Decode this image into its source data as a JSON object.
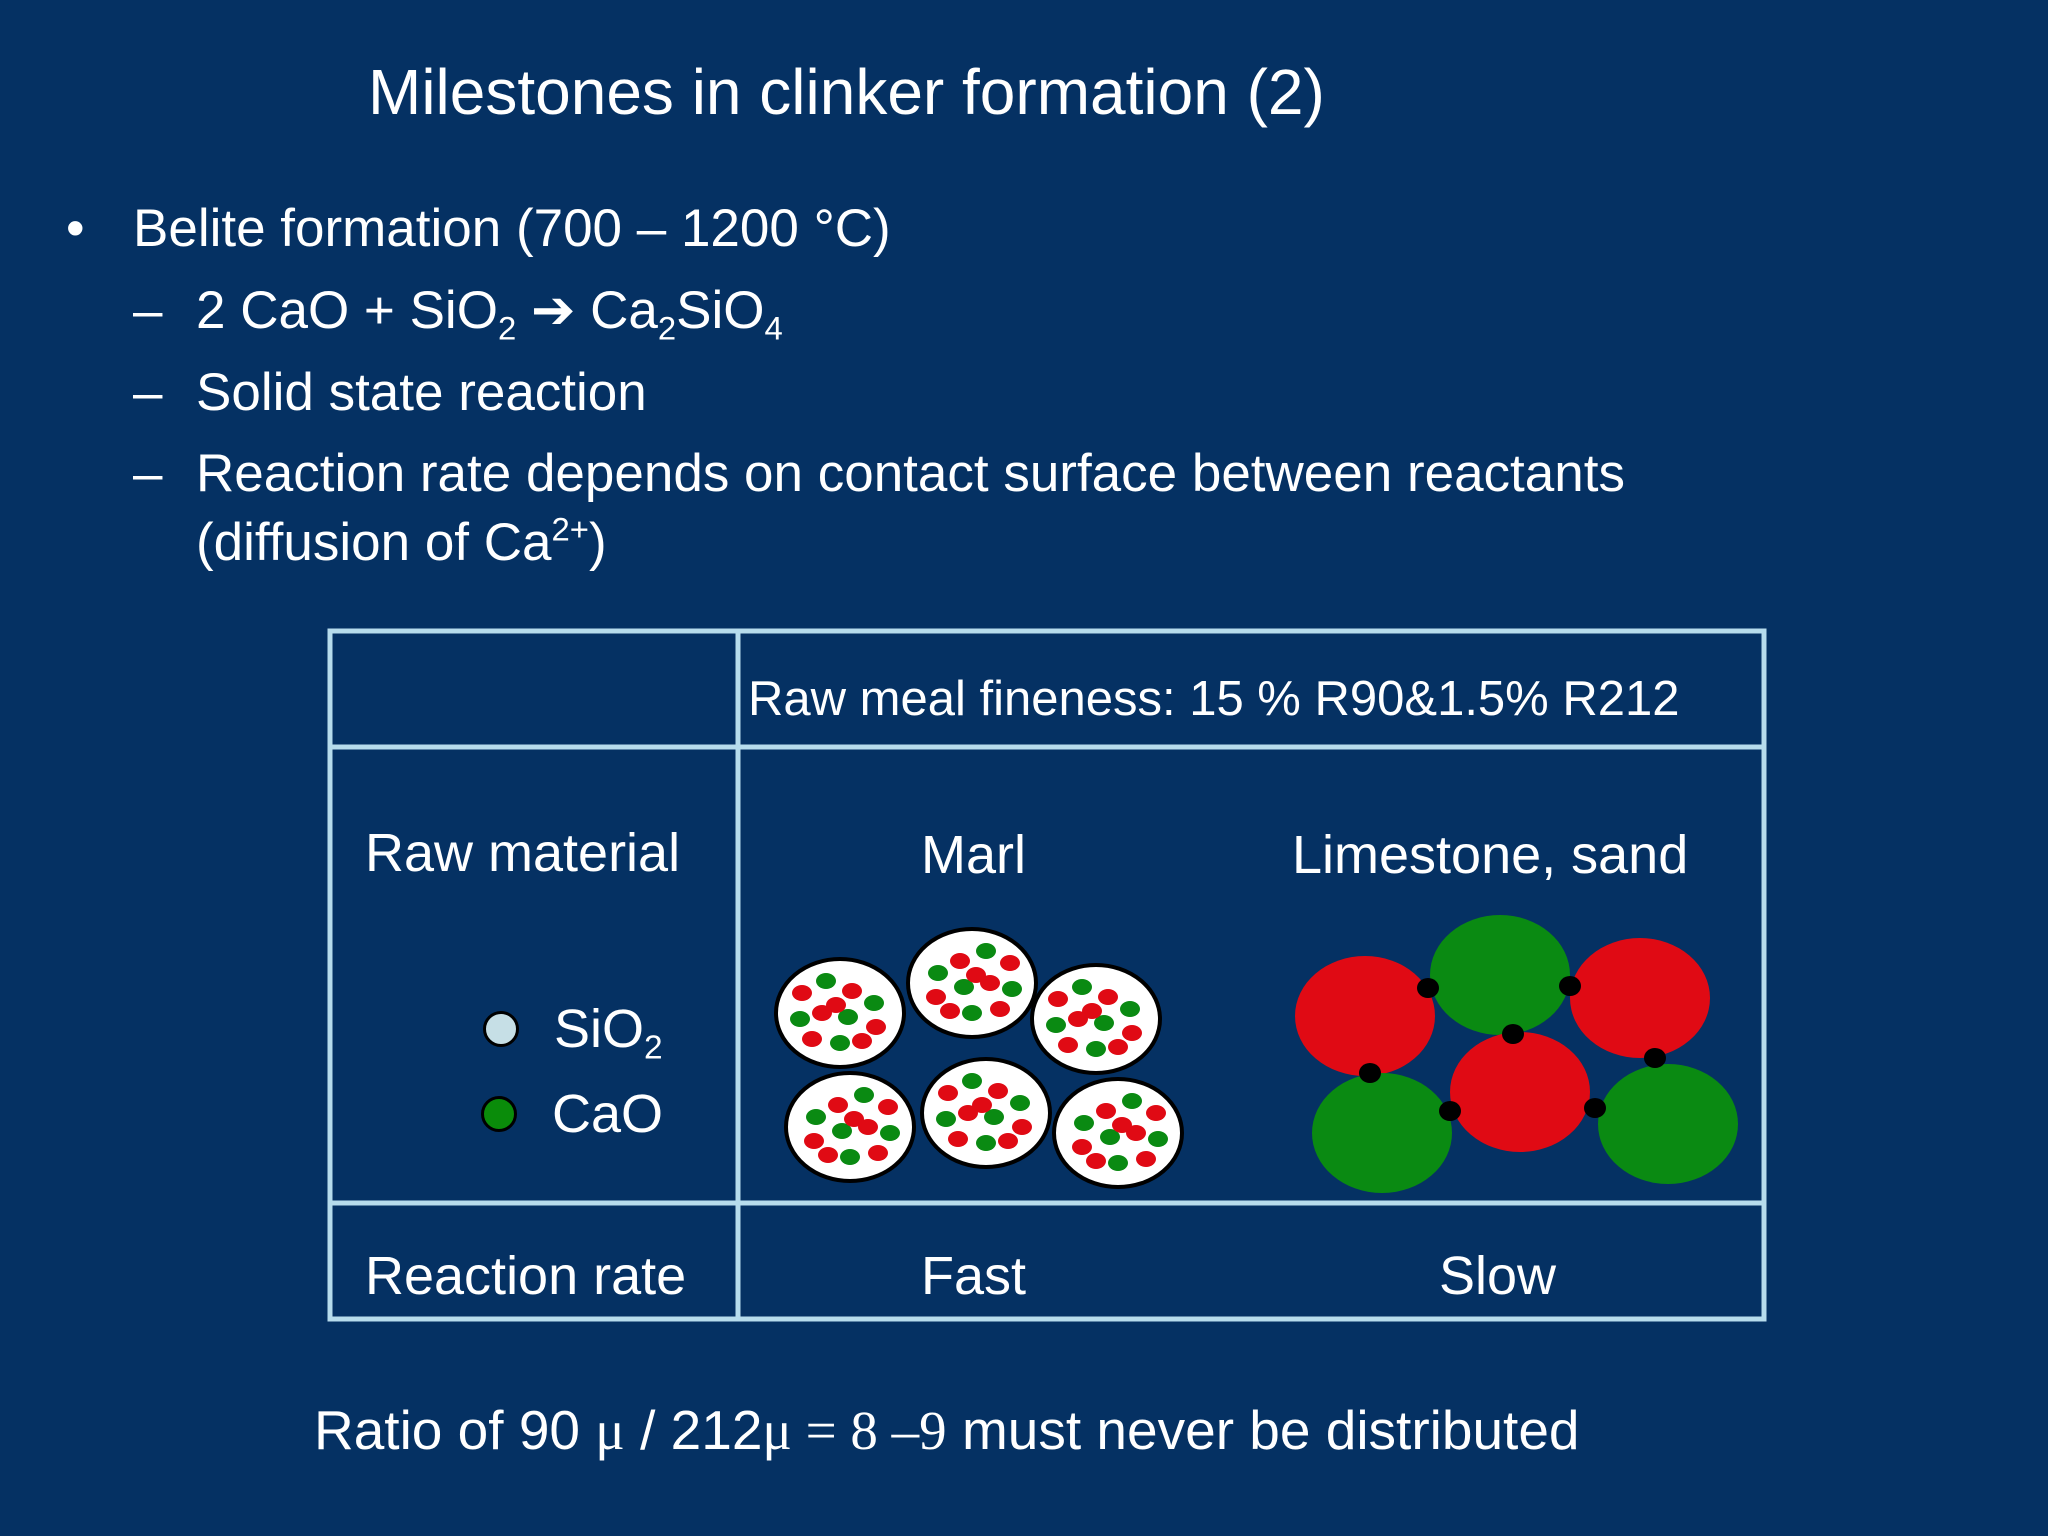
{
  "slide": {
    "title": "Milestones in clinker formation (2)",
    "bullet_marker": "•",
    "dash_marker": "–",
    "bullet1": "Belite formation (700 – 1200 °C)",
    "eq": {
      "lhs": "2 CaO + SiO",
      "lhs_sub": "2",
      "arrow": "➔",
      "prod_a": "Ca",
      "prod_a_sub": "2",
      "prod_b": "SiO",
      "prod_b_sub": "4"
    },
    "sub2": "Solid state reaction",
    "sub3_line1": "Reaction rate depends on contact surface between reactants",
    "sub3_line2_pre": "(diffusion of Ca",
    "sub3_line2_sup": "2+",
    "sub3_line2_post": ")"
  },
  "table": {
    "header": "Raw meal fineness: 15 % R90&1.5% R212",
    "row1_label": "Raw material",
    "col_marl": "Marl",
    "col_limestone": "Limestone, sand",
    "legend": {
      "sio2_label": "SiO",
      "sio2_sub": "2",
      "sio2_color": "#c6dfe6",
      "cao_label": "CaO",
      "cao_color": "#0a8c0a"
    },
    "row2_label": "Reaction rate",
    "marl_rate": "Fast",
    "limestone_rate": "Slow",
    "colors": {
      "border": "#b7dcec",
      "red": "#e00a14",
      "green": "#0a8a12",
      "grain_fill": "#ffffff"
    }
  },
  "footer": {
    "pre": "Ratio of 90 ",
    "mu1": "μ",
    "mid": " / 212",
    "mu2": "μ",
    "eq": " = 8 –9",
    "post": " must never be distributed"
  }
}
